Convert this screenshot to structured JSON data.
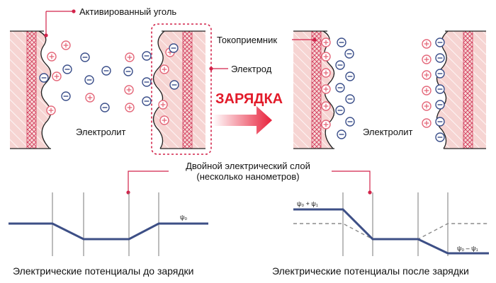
{
  "labels": {
    "activated_carbon": "Активированный уголь",
    "current_collector": "Токоприемник",
    "electrode": "Электрод",
    "electrolyte_before": "Электролит",
    "charging": "ЗАРЯДКА",
    "electrolyte_after": "Электролит",
    "double_layer_line1": "Двойной электрический слой",
    "double_layer_line2": "(несколько нанометров)",
    "psi0_before": "ψ₀",
    "psi_plus": "ψ₀ + ψ₁",
    "psi_minus": "ψ₀ – ψ₁",
    "caption_before": "Электрические потенциалы до зарядки",
    "caption_after": "Электрические потенциалы после зарядки"
  },
  "symbols": {
    "plus": "+",
    "minus": "–"
  },
  "colors": {
    "electrode_fill": "#f6d4d2",
    "collector_hatch": "#d23b5c",
    "positive_ion": "#e4687a",
    "negative_ion": "#3b4f8a",
    "charging_text": "#e21b2a",
    "potential_line": "#3d4f86",
    "callout": "#d2234a",
    "guide_line": "#7a7a7a",
    "dashed_line": "#8c8c8c"
  },
  "icons": {
    "positive": "plus-circle-icon",
    "negative": "minus-circle-icon",
    "arrow": "charging-arrow-icon"
  }
}
